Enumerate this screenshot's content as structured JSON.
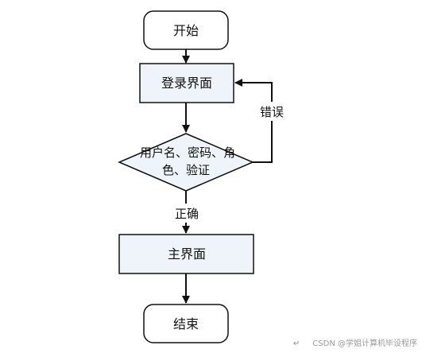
{
  "flowchart": {
    "start": "开始",
    "login": "登录界面",
    "decision_line1": "用户名、密码、角",
    "decision_line2": "色、验证",
    "error_label": "错误",
    "correct_label": "正确",
    "main": "主界面",
    "end": "结束"
  },
  "watermark": {
    "mark": "↵",
    "text": "CSDN @学姐计算机毕设程序"
  },
  "colors": {
    "box_fill": "#ffffff",
    "process_fill": "#eef4f9",
    "stroke": "#111111",
    "text": "#111111",
    "watermark": "#9a9a9a"
  }
}
